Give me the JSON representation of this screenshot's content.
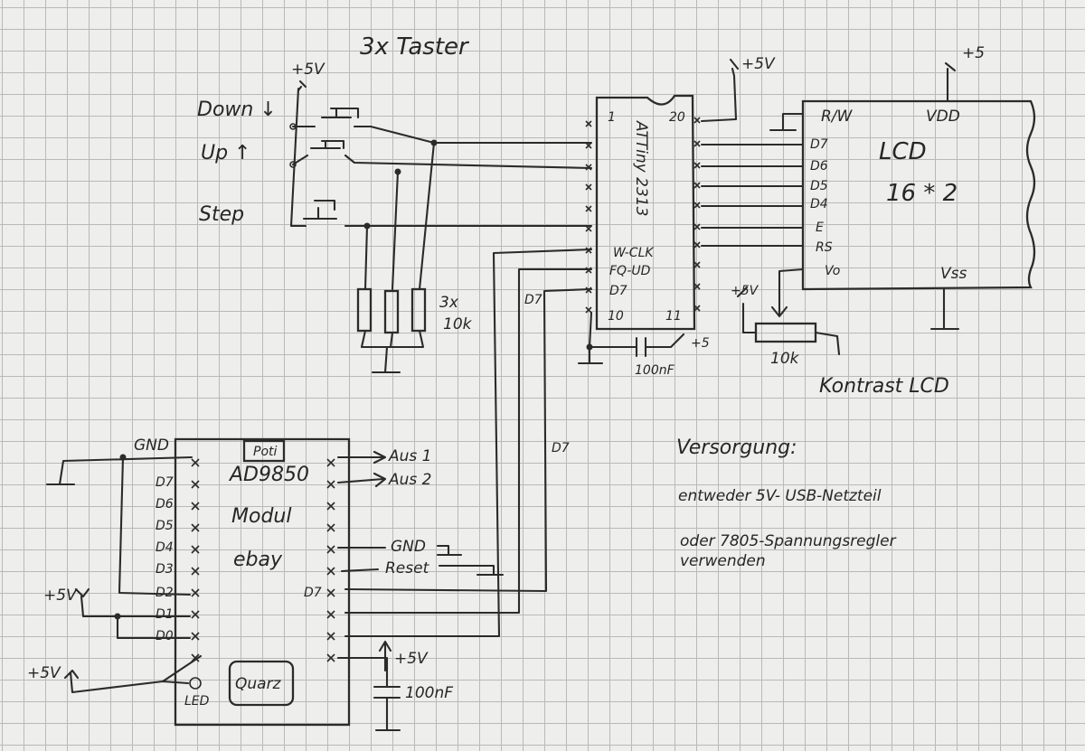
{
  "buttons": {
    "header": "3x Taster",
    "supply": "+5V",
    "down": "Down ↓",
    "up": "Up ↑",
    "step": "Step",
    "resistors": "3x",
    "resistor_value": "10k"
  },
  "attiny": {
    "name": "ATTiny 2313",
    "supply": "+5V",
    "pin1": "1",
    "pin10": "10",
    "pin11": "11",
    "pin20": "20",
    "w_clk": "W-CLK",
    "fq_ud": "FQ-UD",
    "d7": "D7",
    "cap_value": "100nF",
    "cap_supply": "+5"
  },
  "lcd": {
    "title": "LCD",
    "size": "16 * 2",
    "supply": "+5",
    "rw": "R/W",
    "vdd": "VDD",
    "vss": "Vss",
    "vo": "Vo",
    "pins": [
      "D7",
      "D6",
      "D5",
      "D4",
      "E",
      "RS"
    ],
    "pot_supply": "+5V",
    "pot_value": "10k",
    "contrast": "Kontrast LCD"
  },
  "ad9850": {
    "title": "AD9850",
    "line2": "Modul",
    "line3": "ebay",
    "poti": "Poti",
    "quartz": "Quarz",
    "led": "LED",
    "gnd": "GND",
    "left_pins": [
      "D7",
      "D6",
      "D5",
      "D4",
      "D3",
      "D2",
      "D1",
      "D0"
    ],
    "out1": "Aus 1",
    "out2": "Aus 2",
    "right_gnd": "GND",
    "reset": "Reset",
    "right_d7": "D7",
    "left_supply": "+5V",
    "led_supply": "+5V",
    "cap_supply": "+5V",
    "cap_value": "100nF"
  },
  "wires": {
    "d7_top": "D7",
    "d7_mid": "D7"
  },
  "notes": {
    "title": "Versorgung:",
    "line1": "entweder 5V- USB-Netzteil",
    "line2": "oder 7805-Spannungsregler",
    "line3": "verwenden"
  }
}
